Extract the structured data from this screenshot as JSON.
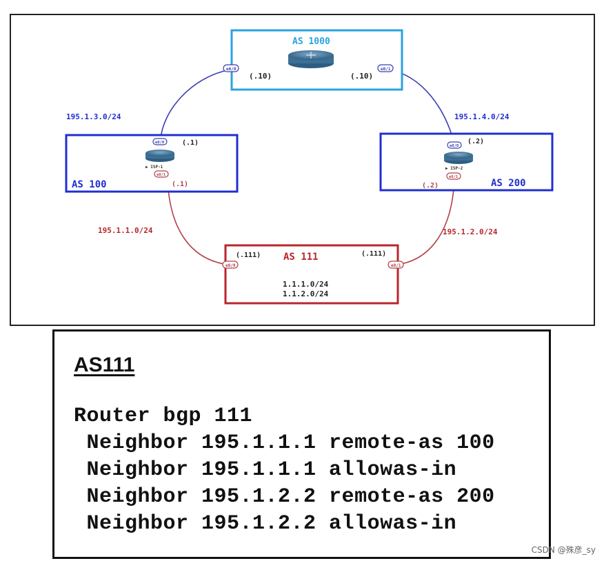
{
  "diagram": {
    "as1000": {
      "label": "AS 1000",
      "left_ip": "(.10)",
      "right_ip": "(.10)",
      "left_port": "e0/0",
      "right_port": "e0/1"
    },
    "as100": {
      "label": "AS 100",
      "router": "▶ ISP-1",
      "top_ip": "(.1)",
      "bottom_ip": "(.1)",
      "top_port": "e0/0",
      "bottom_port": "e0/1"
    },
    "as200": {
      "label": "AS 200",
      "router": "▶ ISP-2",
      "top_ip": "(.2)",
      "bottom_ip": "(.2)",
      "top_port": "e0/0",
      "bottom_port": "e0/1"
    },
    "as111": {
      "label": "AS 111",
      "left_ip": "(.111)",
      "right_ip": "(.111)",
      "left_port": "e0/0",
      "right_port": "e0/1",
      "prefix1": "1.1.1.0/24",
      "prefix2": "1.1.2.0/24"
    },
    "links": {
      "l13": "195.1.3.0/24",
      "l14": "195.1.4.0/24",
      "l11": "195.1.1.0/24",
      "l12": "195.1.2.0/24"
    },
    "colors": {
      "blue": "#1f2fd0",
      "cyan": "#2aa2e0",
      "red": "#b8262b",
      "router": "#3c6f95"
    }
  },
  "config": {
    "title": "AS111",
    "lines": [
      "Router bgp 111",
      " Neighbor 195.1.1.1 remote-as 100",
      " Neighbor 195.1.1.1 allowas-in",
      " Neighbor 195.1.2.2 remote-as 200",
      " Neighbor 195.1.2.2 allowas-in"
    ]
  },
  "watermark": "CSDN @殊彦_sy"
}
